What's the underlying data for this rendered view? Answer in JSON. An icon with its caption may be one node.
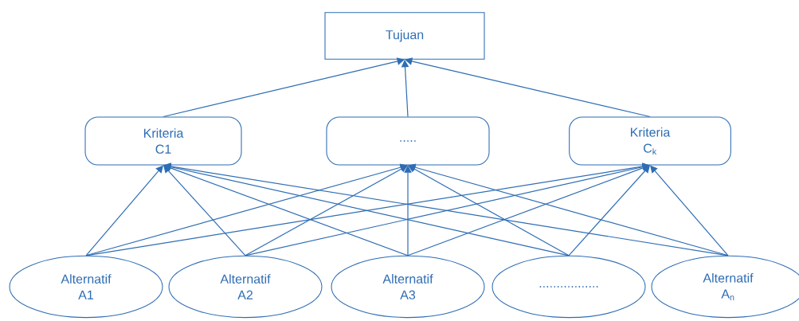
{
  "diagram": {
    "nodes": [
      {
        "text": [
          "Tujuan"
        ]
      },
      {
        "text": [
          "Kriteria C1"
        ]
      },
      {
        "text": [
          "....."
        ]
      },
      {
        "text": [
          "Kriteria C$_{k}$"
        ]
      },
      {
        "text": [
          "Alternatif A1"
        ]
      },
      {
        "text": [
          "Alternatif A2"
        ]
      },
      {
        "text": [
          "Alternatif A3"
        ]
      },
      {
        "text": [
          "................."
        ]
      },
      {
        "text": [
          "Alternatif A$_{n}$"
        ]
      }
    ],
    "edges": [
      {
        "from": 1,
        "to": 0,
        "arrow": "to"
      },
      {
        "from": 2,
        "to": 0,
        "arrow": "to"
      },
      {
        "from": 3,
        "to": 0,
        "arrow": "to"
      },
      {
        "from": 4,
        "to": 1,
        "arrow": "to"
      },
      {
        "from": 4,
        "to": 2,
        "arrow": "to"
      },
      {
        "from": 4,
        "to": 3,
        "arrow": "to"
      },
      {
        "from": 5,
        "to": 1,
        "arrow": "to"
      },
      {
        "from": 5,
        "to": 2,
        "arrow": "to"
      },
      {
        "from": 5,
        "to": 3,
        "arrow": "to"
      },
      {
        "from": 6,
        "to": 1,
        "arrow": "to"
      },
      {
        "from": 6,
        "to": 2,
        "arrow": "to"
      },
      {
        "from": 6,
        "to": 3,
        "arrow": "to"
      },
      {
        "from": 7,
        "to": 1,
        "arrow": "to"
      },
      {
        "from": 7,
        "to": 2,
        "arrow": "to"
      },
      {
        "from": 7,
        "to": 3,
        "arrow": "to"
      },
      {
        "from": 8,
        "to": 1,
        "arrow": "to"
      },
      {
        "from": 8,
        "to": 2,
        "arrow": "to"
      },
      {
        "from": 8,
        "to": 3,
        "arrow": "to"
      }
    ]
  }
}
